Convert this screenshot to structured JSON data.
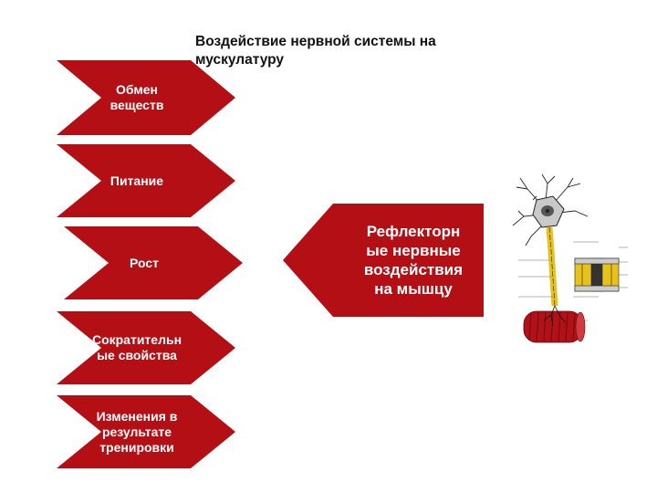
{
  "title": "Воздействие нервной системы на мускулатуру",
  "left_chevrons": [
    {
      "label": "Обмен\nвеществ"
    },
    {
      "label": "Питание"
    },
    {
      "label": "Рост"
    },
    {
      "label": "Сократительн\nые свойства"
    },
    {
      "label": "Изменения в\nрезультате\nтренировки"
    }
  ],
  "right_chevron": {
    "label": "Рефлекторн\nые нервные\nвоздействия\nна мышцу"
  },
  "colors": {
    "chevron_fill": "#b30f14",
    "chevron_text": "#ffffff",
    "axon": "#e6c21a",
    "muscle": "#b01218"
  },
  "illustration": {
    "icon": "neuron-muscle-illustration"
  }
}
